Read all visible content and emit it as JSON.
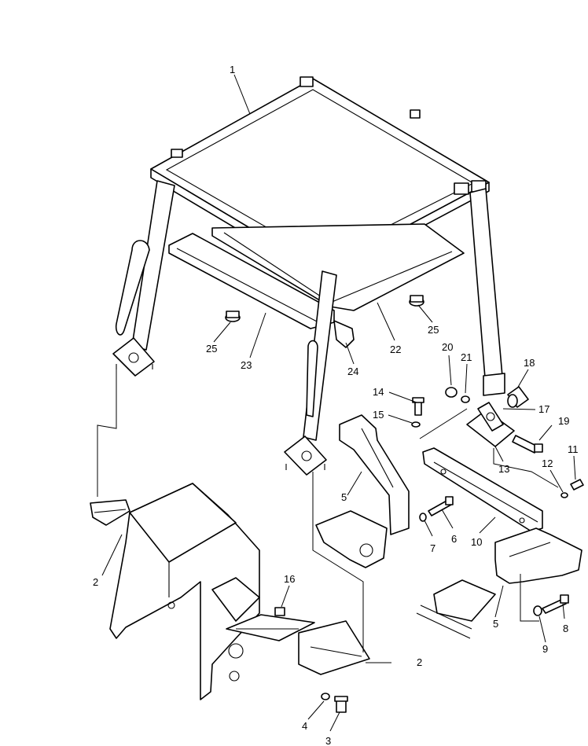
{
  "labels": {
    "n1": "1",
    "n2a": "2",
    "n2b": "2",
    "n3": "3",
    "n4": "4",
    "n5a": "5",
    "n5b": "5",
    "n6": "6",
    "n7": "7",
    "n8": "8",
    "n9": "9",
    "n10": "10",
    "n11": "11",
    "n12": "12",
    "n13": "13",
    "n14": "14",
    "n15": "15",
    "n16": "16",
    "n17": "17",
    "n18": "18",
    "n19": "19",
    "n20": "20",
    "n21": "21",
    "n22": "22",
    "n23": "23",
    "n24": "24",
    "n25a": "25",
    "n25b": "25"
  }
}
